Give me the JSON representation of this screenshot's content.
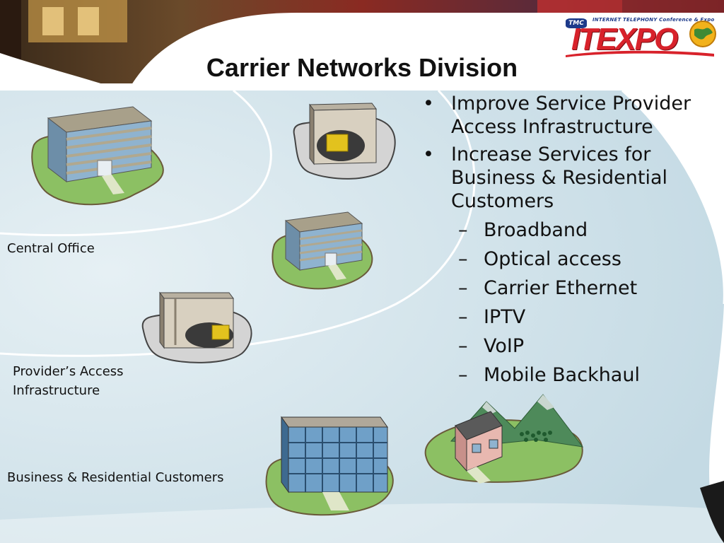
{
  "title": "Carrier Networks Division",
  "logo": {
    "badge": "TMC",
    "tagline": "INTERNET TELEPHONY Conference & Expo",
    "wordmark": "ITEXPO"
  },
  "bullets": [
    {
      "text": "Improve Service Provider Access Infrastructure",
      "sub": []
    },
    {
      "text": "Increase Services for Business & Residential Customers",
      "sub": [
        "Broadband",
        "Optical access",
        "Carrier Ethernet",
        "IPTV",
        "VoIP",
        "Mobile Backhaul"
      ]
    }
  ],
  "symbols": {
    "bullet": "•",
    "dash": "–"
  },
  "labels": {
    "central_office": "Central Office",
    "provider_access": "Provider’s Access Infrastructure",
    "business_residential": "Business & Residential Customers"
  },
  "colors": {
    "ring_fill": "#d6e6ee",
    "ring_line": "#ffffff",
    "grass": "#8cc063",
    "concrete": "#cfcfcf",
    "brand_red": "#d8222b",
    "brand_blue": "#1d3a8a"
  },
  "icons": [
    "office-building-icon",
    "cabinet-shelter-icon",
    "office-building-icon",
    "cabinet-shelter-icon",
    "glass-office-icon",
    "rural-house-icon"
  ]
}
